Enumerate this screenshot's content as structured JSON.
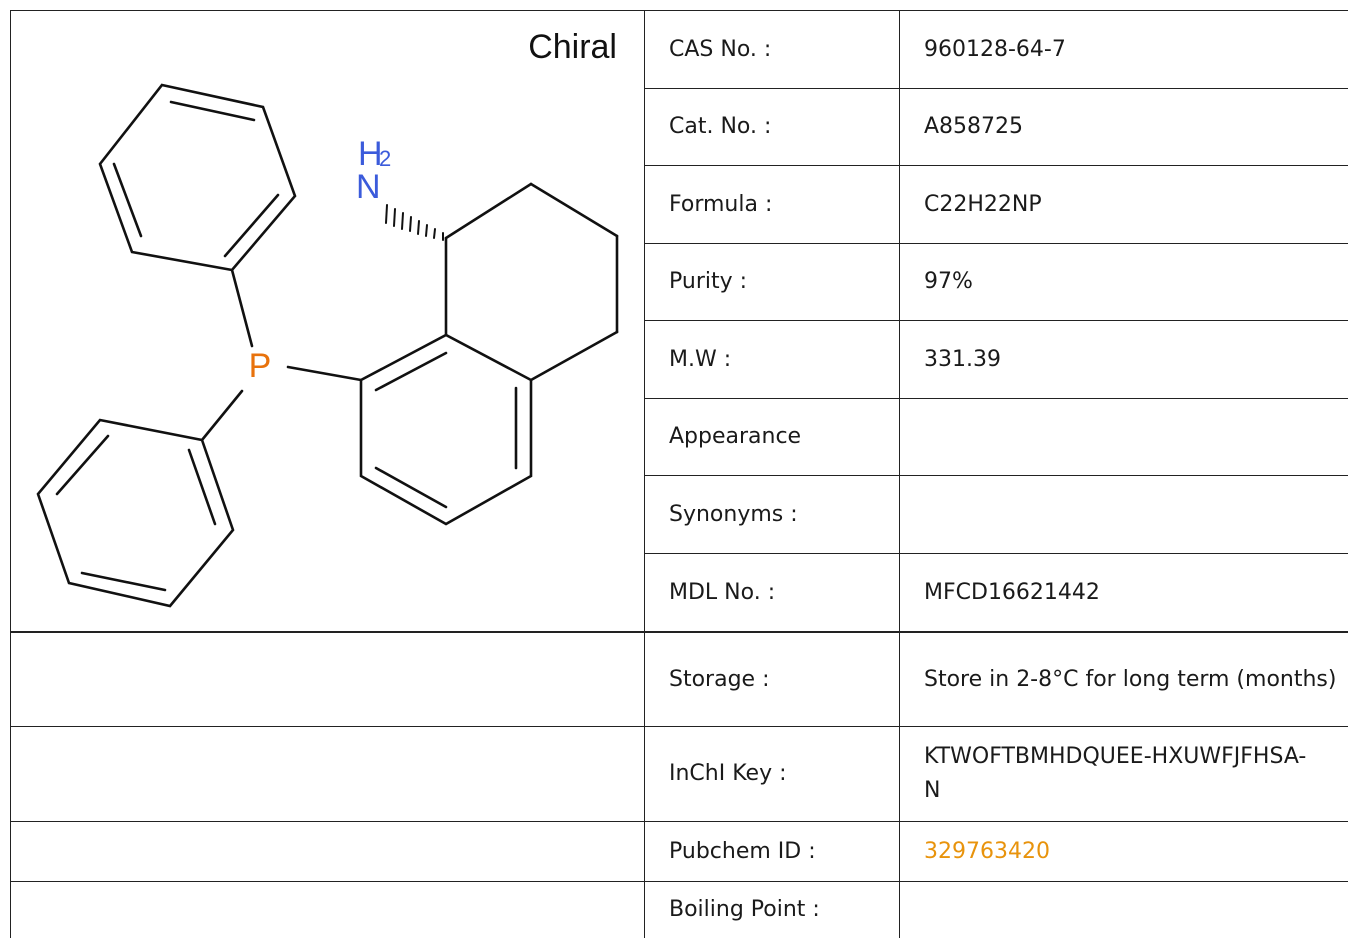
{
  "structure": {
    "chiral_label": "Chiral",
    "atoms": {
      "nh2_h": "H",
      "nh2_sub": "2",
      "nh2_n": "N",
      "phosphorus": "P"
    },
    "colors": {
      "nitrogen": "#3b5bdb",
      "phosphorus": "#e8720c",
      "bond": "#111111"
    }
  },
  "properties": [
    {
      "label": "CAS No. :",
      "value": "960128-64-7"
    },
    {
      "label": "Cat. No. :",
      "value": "A858725"
    },
    {
      "label": "Formula :",
      "value": "C22H22NP"
    },
    {
      "label": "Purity :",
      "value": "97%"
    },
    {
      "label": "M.W :",
      "value": "331.39"
    },
    {
      "label": "Appearance",
      "value": ""
    },
    {
      "label": "Synonyms :",
      "value": ""
    },
    {
      "label": "MDL No. :",
      "value": "MFCD16621442"
    },
    {
      "label": "Storage :",
      "value": "Store in 2-8°C for long term (months)"
    },
    {
      "label": "InChI Key :",
      "value": "KTWOFTBMHDQUEE-HXUWFJFHSA-N"
    },
    {
      "label": "Pubchem ID :",
      "value": "329763420",
      "link": true
    },
    {
      "label": "Boiling Point :",
      "value": ""
    }
  ],
  "link_color": "#e8930c"
}
